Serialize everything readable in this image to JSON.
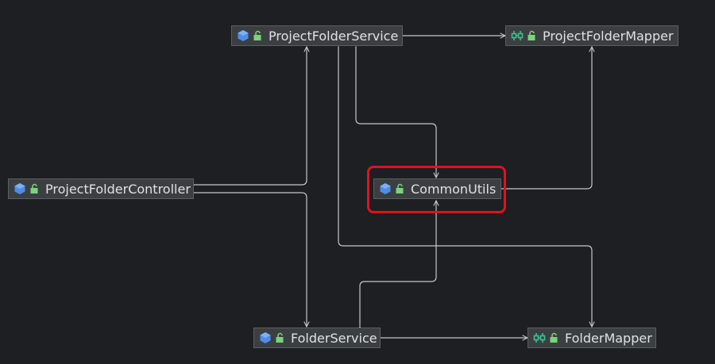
{
  "diagram": {
    "nodes": [
      {
        "id": "project-folder-service",
        "label": "ProjectFolderService",
        "kind": "class"
      },
      {
        "id": "project-folder-mapper",
        "label": "ProjectFolderMapper",
        "kind": "interface"
      },
      {
        "id": "project-folder-controller",
        "label": "ProjectFolderController",
        "kind": "class"
      },
      {
        "id": "common-utils",
        "label": "CommonUtils",
        "kind": "class"
      },
      {
        "id": "folder-service",
        "label": "FolderService",
        "kind": "class"
      },
      {
        "id": "folder-mapper",
        "label": "FolderMapper",
        "kind": "interface"
      }
    ],
    "highlighted_node": "common-utils"
  },
  "colors": {
    "background": "#1e1f22",
    "node_fill": "#3c3f41",
    "edge": "#c8c8c8",
    "highlight": "#e0121e",
    "class_icon": "#4d8ee8",
    "interface_icon": "#3fbf8f",
    "lock_icon": "#7bd37b"
  },
  "icons": {
    "class": "class-icon",
    "interface": "interface-icon",
    "visibility": "unlocked-padlock-icon"
  }
}
